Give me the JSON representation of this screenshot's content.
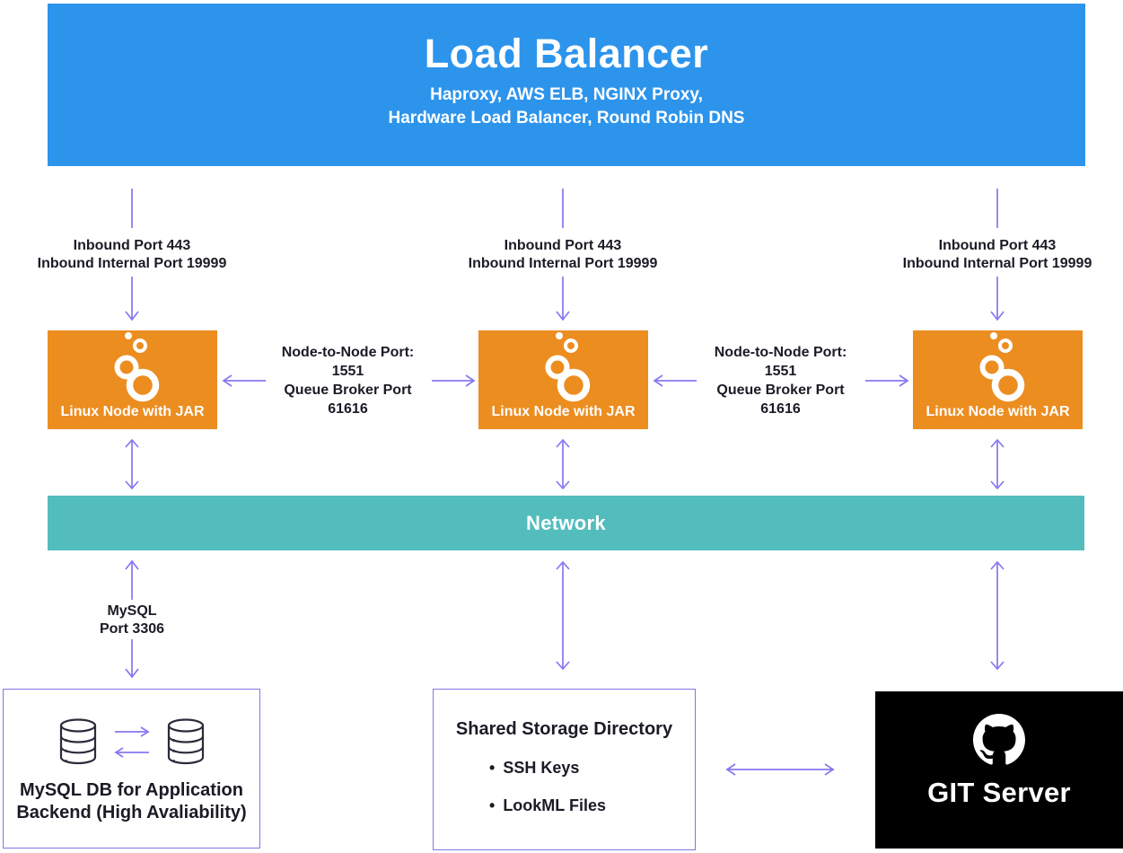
{
  "colors": {
    "blue": "#2D94EC",
    "orange": "#EC8D20",
    "teal": "#53BDBD",
    "purple": "#8578EF",
    "border": "#8276E4",
    "dark": "#1B1B26"
  },
  "load_balancer": {
    "title": "Load Balancer",
    "subtitle_line1": "Haproxy, AWS ELB, NGINX Proxy,",
    "subtitle_line2": "Hardware Load Balancer, Round Robin DNS"
  },
  "inbound": {
    "line1": "Inbound Port 443",
    "line2": "Inbound Internal Port 19999"
  },
  "node": {
    "label": "Linux Node with JAR"
  },
  "node_link": {
    "line1": "Node-to-Node Port: 1551",
    "line2": "Queue Broker Port 61616"
  },
  "network": {
    "label": "Network"
  },
  "mysql_link": {
    "line1": "MySQL",
    "line2": "Port 3306"
  },
  "mysql_box": {
    "line1": "MySQL DB for Application",
    "line2": "Backend (High Avaliability)"
  },
  "storage": {
    "title": "Shared Storage Directory",
    "bullet": "•",
    "items": [
      "SSH Keys",
      "LookML Files"
    ]
  },
  "git": {
    "label": "GIT Server"
  }
}
